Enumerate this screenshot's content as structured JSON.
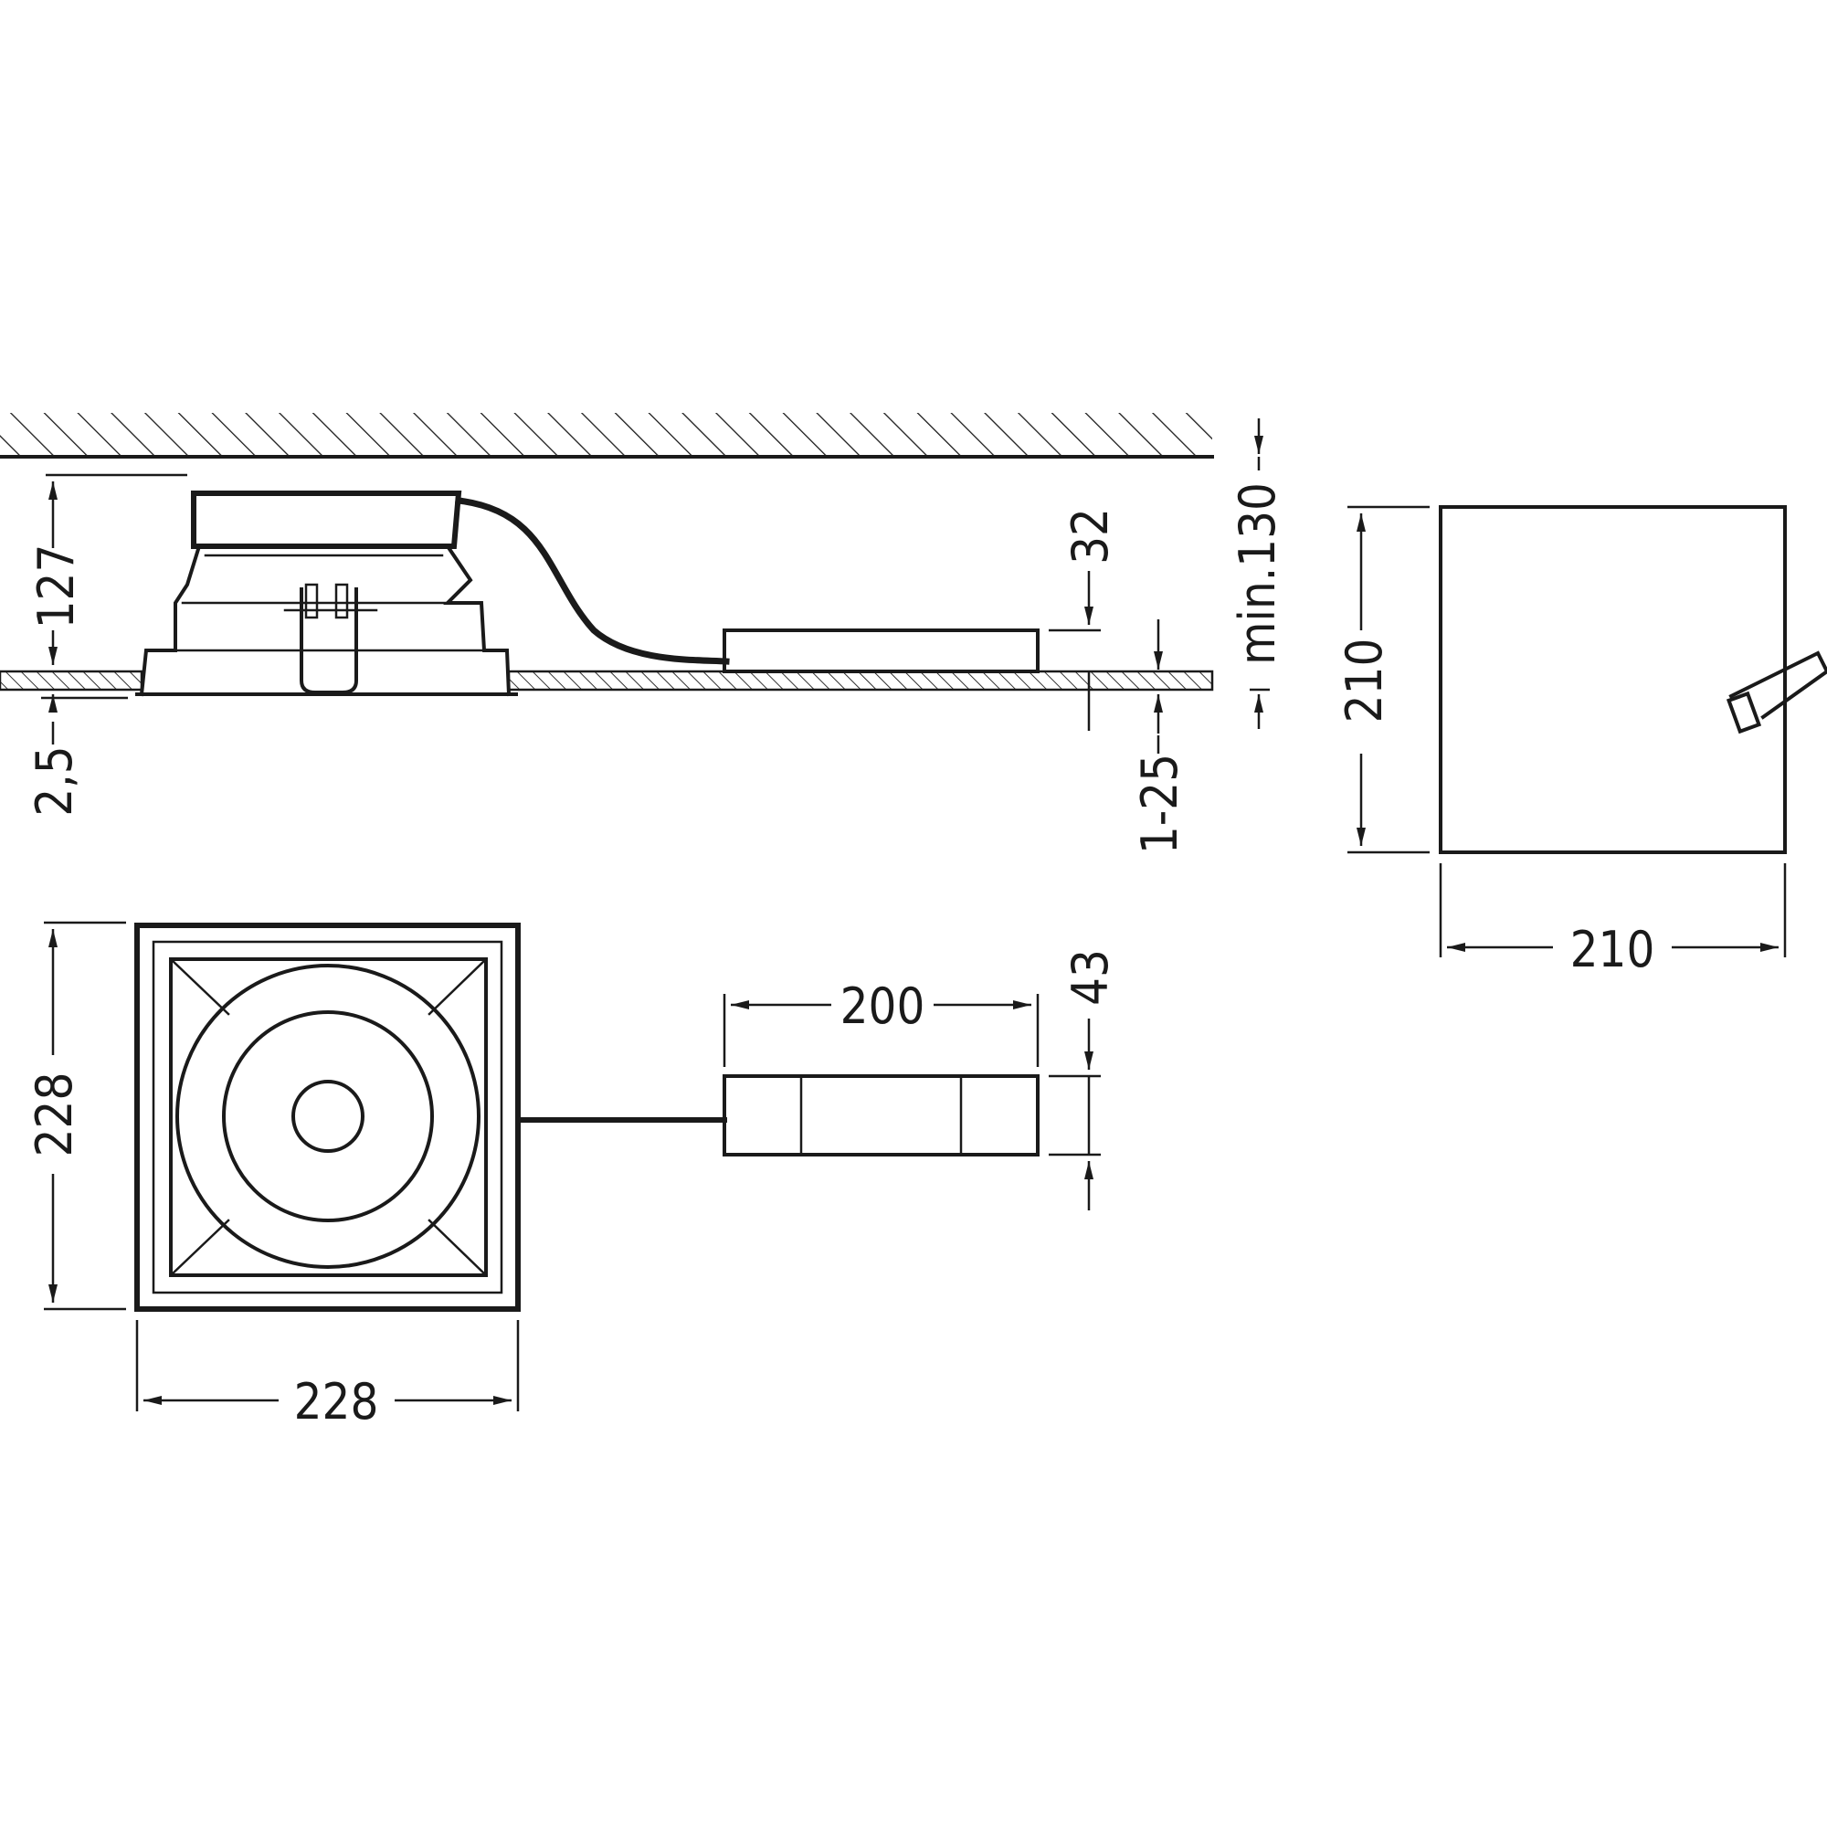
{
  "side_view": {
    "dim_height": "127",
    "dim_ceiling_thickness": "2,5",
    "dim_driver_height": "32",
    "dim_ceiling_range": "1-25",
    "dim_min_clearance": "min.130"
  },
  "top_view": {
    "dim_height": "228",
    "dim_width": "228",
    "dim_driver_length": "200",
    "dim_driver_width": "43"
  },
  "cutout_view": {
    "dim_height": "210",
    "dim_width": "210"
  }
}
